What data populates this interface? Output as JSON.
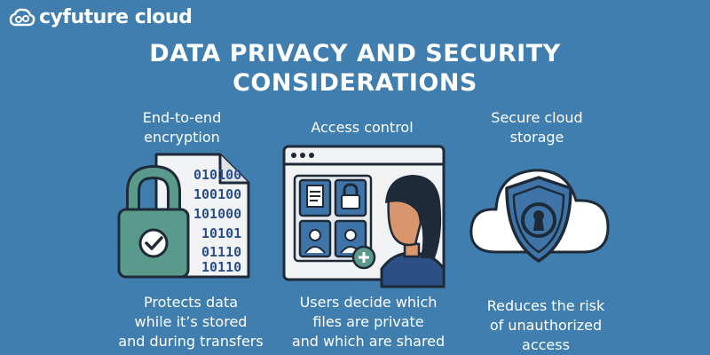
{
  "brand": {
    "logo_text": "cyfuture cloud"
  },
  "title": {
    "line1": "DATA PRIVACY AND SECURITY",
    "line2": "CONSIDERATIONS"
  },
  "columns": [
    {
      "label_lines": [
        "End-to-end",
        "encryption"
      ],
      "binary_lines": [
        "010100",
        "100100",
        "101000",
        "10101",
        "01110",
        "10110"
      ],
      "desc_lines": [
        "Protects data",
        "while it’s stored",
        "and during transfers"
      ]
    },
    {
      "label_lines": [
        "Access control"
      ],
      "desc_lines": [
        "Users decide which",
        "files are private",
        "and which are shared"
      ]
    },
    {
      "label_lines": [
        "Secure cloud",
        "storage"
      ],
      "desc_lines": [
        "Reduces the risk",
        "of unauthorized",
        "access"
      ]
    }
  ],
  "colors": {
    "background": "#3f7eae",
    "accent_green": "#5a9a8a",
    "paper": "#f1f3f5",
    "outline": "#1e2a38",
    "skin": "#d9956c",
    "hair": "#1f2a38",
    "shirt": "#2c4f86",
    "panel_blue": "#3f74a8",
    "cloud": "#ffffff"
  }
}
